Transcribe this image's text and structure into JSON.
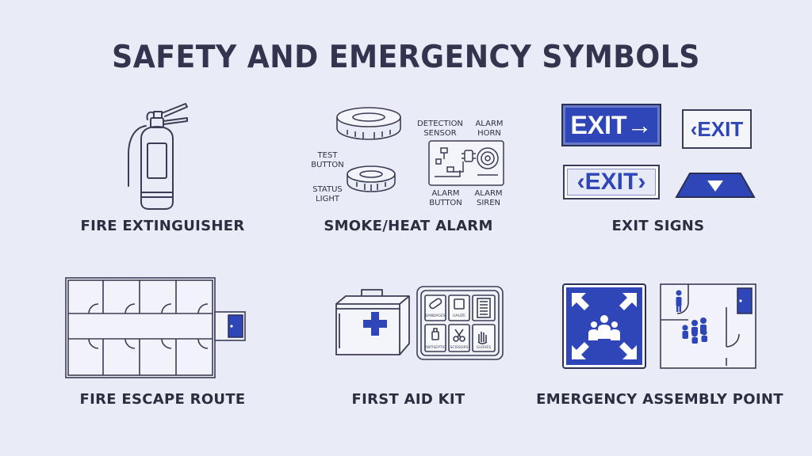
{
  "title": "SAFETY AND EMERGENCY SYMBOLS",
  "colors": {
    "background": "#e9ebf6",
    "accent": "#2f46b8",
    "ink": "#3a3d55"
  },
  "cells": {
    "fire_extinguisher": {
      "label": "FIRE EXTINGUISHER"
    },
    "smoke_alarm": {
      "label": "SMOKE/HEAT ALARM",
      "callouts": {
        "test_button": "TEST BUTTON",
        "status_light": "STATUS LIGHT",
        "detection_sensor": "DETECTION SENSOR",
        "alarm_horn": "ALARM HORN",
        "alarm_button": "ALARM BUTTON",
        "alarm_siren": "ALARM SIREN"
      }
    },
    "exit_signs": {
      "label": "EXIT SIGNS",
      "signs": {
        "sign1": "EXIT→",
        "sign2": "‹EXIT",
        "sign3": "‹EXIT›"
      }
    },
    "fire_escape": {
      "label": "FIRE ESCAPE ROUTE"
    },
    "first_aid": {
      "label": "FIRST AID KIT",
      "items": [
        "BANDAGES",
        "GAUZE",
        "ANTISEPTIC",
        "SCISSORS",
        "GLOVES"
      ]
    },
    "assembly": {
      "label": "EMERGENCY ASSEMBLY POINT"
    }
  },
  "icons": [
    "fire-extinguisher-icon",
    "smoke-detector-icon",
    "circuit-board-icon",
    "exit-sign-icon",
    "down-arrow-sign-icon",
    "floor-plan-icon",
    "first-aid-case-icon",
    "first-aid-contents-icon",
    "assembly-point-icon",
    "evacuation-plan-icon"
  ]
}
